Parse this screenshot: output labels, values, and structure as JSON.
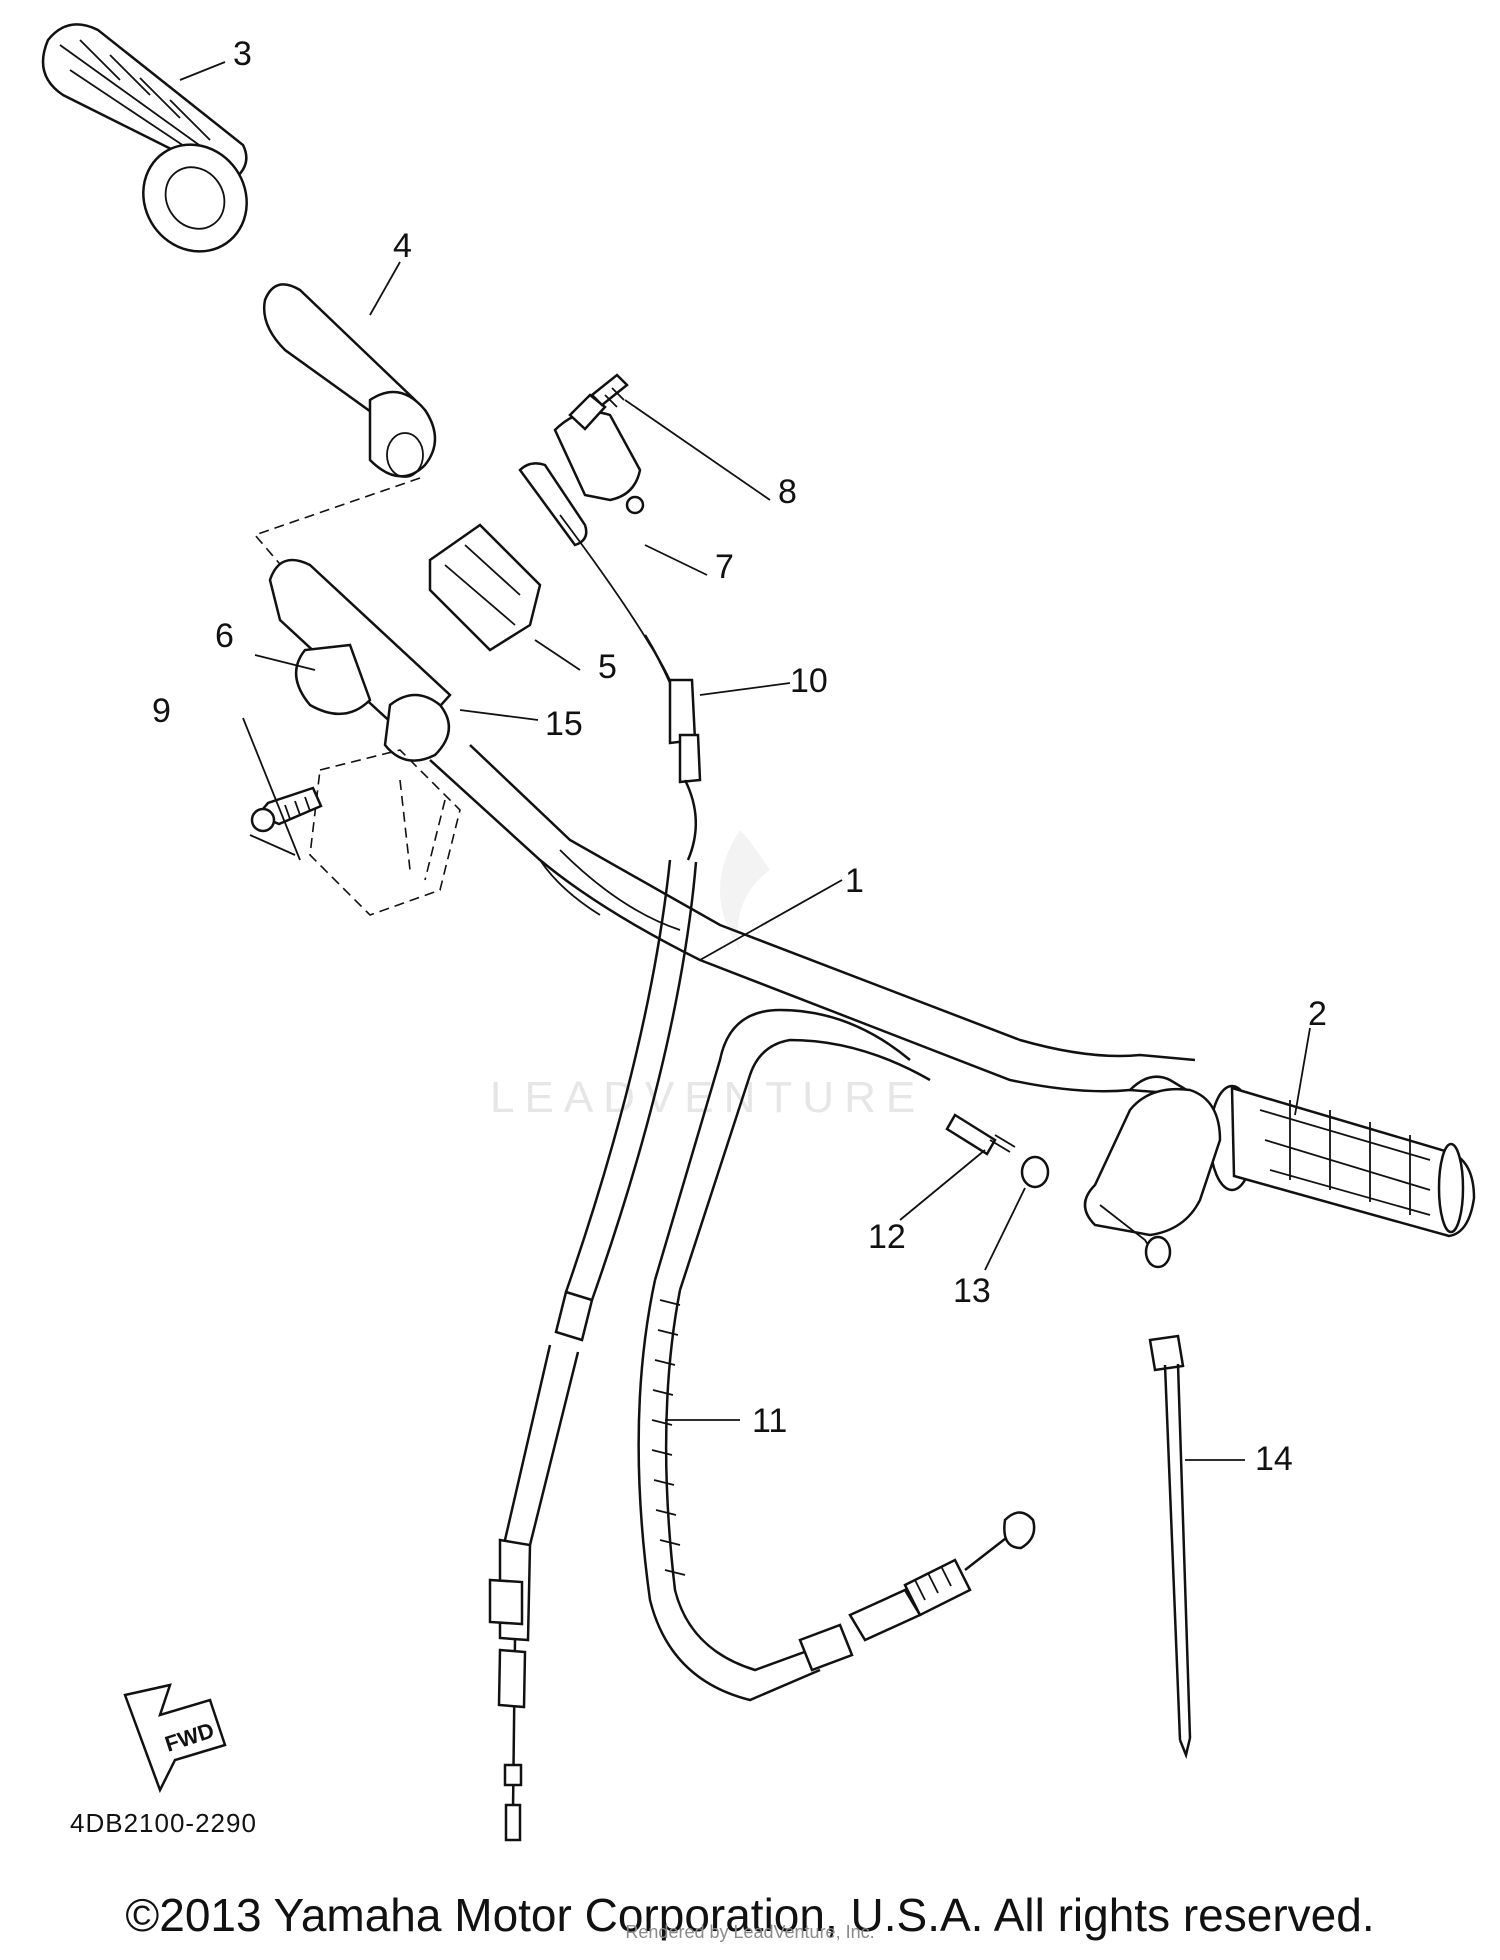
{
  "watermark": "LEADVENTURE",
  "drawing_number": "4DB2100-2290",
  "fwd_label": "FWD",
  "copyright": "©2013 Yamaha Motor Corporation, U.S.A. All rights reserved.",
  "rendered_by": "Rendered by LeadVenture, Inc.",
  "callouts": [
    {
      "id": "1",
      "label": "1"
    },
    {
      "id": "2",
      "label": "2"
    },
    {
      "id": "3",
      "label": "3"
    },
    {
      "id": "4",
      "label": "4"
    },
    {
      "id": "5",
      "label": "5"
    },
    {
      "id": "6",
      "label": "6"
    },
    {
      "id": "7",
      "label": "7"
    },
    {
      "id": "8",
      "label": "8"
    },
    {
      "id": "9",
      "label": "9"
    },
    {
      "id": "10",
      "label": "10"
    },
    {
      "id": "11",
      "label": "11"
    },
    {
      "id": "12",
      "label": "12"
    },
    {
      "id": "13",
      "label": "13"
    },
    {
      "id": "14",
      "label": "14"
    },
    {
      "id": "15",
      "label": "15"
    }
  ]
}
